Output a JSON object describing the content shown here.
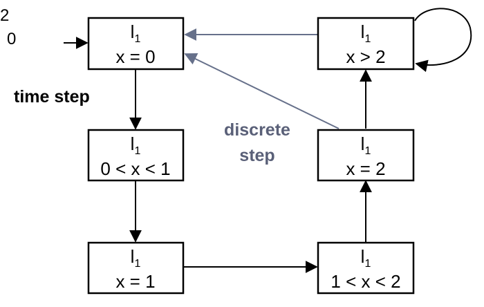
{
  "corner_fragment": {
    "top": "2",
    "bottom": "0"
  },
  "labels": {
    "time_step": "time step",
    "discrete_step_line1": "discrete",
    "discrete_step_line2": "step"
  },
  "states": [
    {
      "id": "s-x0",
      "location": "l",
      "location_sub": "1",
      "condition": "x = 0",
      "initial": true
    },
    {
      "id": "s-0x1",
      "location": "l",
      "location_sub": "1",
      "condition": "0 < x < 1"
    },
    {
      "id": "s-x1",
      "location": "l",
      "location_sub": "1",
      "condition": "x = 1"
    },
    {
      "id": "s-1x2",
      "location": "l",
      "location_sub": "1",
      "condition": "1 < x < 2"
    },
    {
      "id": "s-x2",
      "location": "l",
      "location_sub": "1",
      "condition": "x = 2"
    },
    {
      "id": "s-xgt2",
      "location": "l",
      "location_sub": "1",
      "condition": "x > 2",
      "self_loop": true
    }
  ],
  "colors": {
    "time_edge": "#000000",
    "discrete_edge": "#66708a",
    "discrete_label": "#5a6078"
  }
}
